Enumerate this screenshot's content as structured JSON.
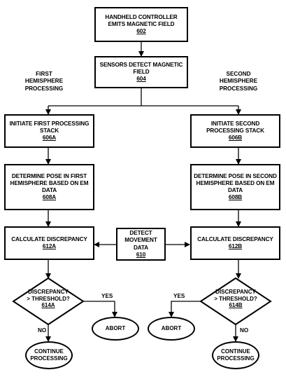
{
  "boxes": {
    "b602": {
      "text": "HANDHELD CONTROLLER EMITS MAGNETIC FIELD",
      "ref": "602"
    },
    "b604": {
      "text": "SENSORS DETECT MAGNETIC FIELD",
      "ref": "604"
    },
    "b606a": {
      "text": "INITIATE FIRST PROCESSING STACK",
      "ref": "606A"
    },
    "b606b": {
      "text": "INITIATE SECOND PROCESSING STACK",
      "ref": "606B"
    },
    "b608a": {
      "text": "DETERMINE POSE IN FIRST HEMISPHERE BASED ON EM DATA",
      "ref": "608A"
    },
    "b608b": {
      "text": "DETERMINE POSE IN SECOND HEMISPHERE BASED ON EM DATA",
      "ref": "608B"
    },
    "b612a": {
      "text": "CALCULATE DISCREPANCY",
      "ref": "612A"
    },
    "b612b": {
      "text": "CALCULATE DISCREPANCY",
      "ref": "612B"
    },
    "b610": {
      "text": "DETECT MOVEMENT DATA",
      "ref": "610"
    }
  },
  "branches": {
    "first": "FIRST HEMISPHERE PROCESSING",
    "second": "SECOND HEMISPHERE PROCESSING"
  },
  "decisions": {
    "d614a": {
      "line1": "DISCREPANCY",
      "line2": "> THRESHOLD?",
      "ref": "614A"
    },
    "d614b": {
      "line1": "DISCREPANCY",
      "line2": "> THRESHOLD?",
      "ref": "614B"
    }
  },
  "edge_labels": {
    "yes_a": "YES",
    "no_a": "NO",
    "yes_b": "YES",
    "no_b": "NO"
  },
  "terminals": {
    "abort_a": "ABORT",
    "abort_b": "ABORT",
    "continue_a": "CONTINUE PROCESSING",
    "continue_b": "CONTINUE PROCESSING"
  }
}
